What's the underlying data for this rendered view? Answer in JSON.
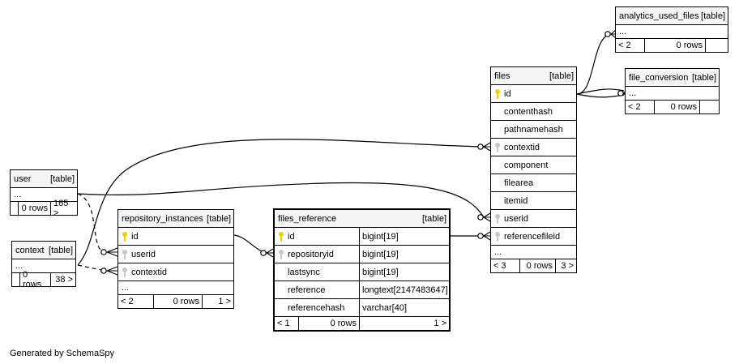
{
  "tables": {
    "analytics_used_files": {
      "name": "analytics_used_files",
      "kind": "[table]",
      "dots": "...",
      "foot": [
        "< 2",
        "0 rows",
        ""
      ]
    },
    "file_conversion": {
      "name": "file_conversion",
      "kind": "[table]",
      "dots": "...",
      "foot": [
        "< 2",
        "0 rows",
        ""
      ]
    },
    "files": {
      "name": "files",
      "kind": "[table]",
      "columns": [
        "id",
        "contenthash",
        "pathnamehash",
        "contextid",
        "component",
        "filearea",
        "itemid",
        "userid",
        "referencefileid"
      ],
      "dots": "...",
      "foot": [
        "< 3",
        "0 rows",
        "3 >"
      ]
    },
    "user": {
      "name": "user",
      "kind": "[table]",
      "dots": "...",
      "foot": [
        "",
        "0 rows",
        "165 >"
      ]
    },
    "context": {
      "name": "context",
      "kind": "[table]",
      "dots": "...",
      "foot": [
        "",
        "0 rows",
        "38 >"
      ]
    },
    "repository_instances": {
      "name": "repository_instances",
      "kind": "[table]",
      "columns": [
        "id",
        "userid",
        "contextid"
      ],
      "dots": "...",
      "foot": [
        "< 2",
        "0 rows",
        "1 >"
      ]
    },
    "files_reference": {
      "name": "files_reference",
      "kind": "[table]",
      "columns": [
        {
          "name": "id",
          "type": "bigint[19]"
        },
        {
          "name": "repositoryid",
          "type": "bigint[19]"
        },
        {
          "name": "lastsync",
          "type": "bigint[19]"
        },
        {
          "name": "reference",
          "type": "longtext[2147483647]"
        },
        {
          "name": "referencehash",
          "type": "varchar[40]"
        }
      ],
      "foot": [
        "< 1",
        "0 rows",
        "1 >"
      ]
    }
  },
  "footer_text": "Generated by SchemaSpy",
  "colors": {
    "line": "#000000",
    "header_bg": "#f5f5f5",
    "pk_key": "#f0d000",
    "fk_key": "#c8c8c8"
  }
}
